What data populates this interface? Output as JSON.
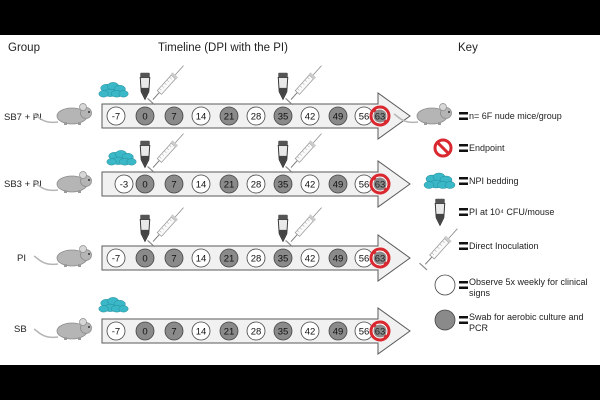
{
  "headers": {
    "group": "Group",
    "timeline": "Timeline (DPI with the PI)",
    "key": "Key"
  },
  "colors": {
    "gray_day": "#8a8a8a",
    "white_day": "#ffffff",
    "endpoint_red": "#d9282f",
    "bedding": "#3ab8c8",
    "arrow_fill": "#f1f1f1",
    "mouse": "#b5b5b5"
  },
  "groups": [
    {
      "label": "SB7 + PI",
      "days": [
        {
          "label": "-7",
          "type": "white"
        },
        {
          "label": "0",
          "type": "gray"
        },
        {
          "label": "7",
          "type": "gray"
        },
        {
          "label": "14",
          "type": "white"
        },
        {
          "label": "21",
          "type": "gray"
        },
        {
          "label": "28",
          "type": "white"
        },
        {
          "label": "35",
          "type": "gray"
        },
        {
          "label": "42",
          "type": "white"
        },
        {
          "label": "49",
          "type": "gray"
        },
        {
          "label": "56",
          "type": "white"
        },
        {
          "label": "63",
          "type": "end"
        }
      ],
      "icons": [
        "bedding-icon@-7",
        "pipette-syringe@0",
        "pipette-syringe@35"
      ]
    },
    {
      "label": "SB3 + PI",
      "days": [
        {
          "label": "-3",
          "type": "white"
        },
        {
          "label": "0",
          "type": "gray"
        },
        {
          "label": "7",
          "type": "gray"
        },
        {
          "label": "14",
          "type": "white"
        },
        {
          "label": "21",
          "type": "gray"
        },
        {
          "label": "28",
          "type": "white"
        },
        {
          "label": "35",
          "type": "gray"
        },
        {
          "label": "42",
          "type": "white"
        },
        {
          "label": "49",
          "type": "gray"
        },
        {
          "label": "56",
          "type": "white"
        },
        {
          "label": "63",
          "type": "end"
        }
      ],
      "icons": [
        "bedding-icon@-3",
        "pipette-syringe@0",
        "pipette-syringe@35"
      ]
    },
    {
      "label": "PI",
      "days": [
        {
          "label": "-7",
          "type": "white"
        },
        {
          "label": "0",
          "type": "gray"
        },
        {
          "label": "7",
          "type": "gray"
        },
        {
          "label": "14",
          "type": "white"
        },
        {
          "label": "21",
          "type": "gray"
        },
        {
          "label": "28",
          "type": "white"
        },
        {
          "label": "35",
          "type": "gray"
        },
        {
          "label": "42",
          "type": "white"
        },
        {
          "label": "49",
          "type": "gray"
        },
        {
          "label": "56",
          "type": "white"
        },
        {
          "label": "63",
          "type": "end"
        }
      ],
      "icons": [
        "pipette-syringe@0",
        "pipette-syringe@35"
      ]
    },
    {
      "label": "SB",
      "days": [
        {
          "label": "-7",
          "type": "white"
        },
        {
          "label": "0",
          "type": "gray"
        },
        {
          "label": "7",
          "type": "gray"
        },
        {
          "label": "14",
          "type": "white"
        },
        {
          "label": "21",
          "type": "gray"
        },
        {
          "label": "28",
          "type": "white"
        },
        {
          "label": "35",
          "type": "gray"
        },
        {
          "label": "42",
          "type": "white"
        },
        {
          "label": "49",
          "type": "gray"
        },
        {
          "label": "56",
          "type": "white"
        },
        {
          "label": "63",
          "type": "end"
        }
      ],
      "icons": [
        "bedding-icon@-7"
      ]
    }
  ],
  "key": [
    {
      "icon": "mouse-icon",
      "text": "n= 6F nude mice/group"
    },
    {
      "icon": "endpoint-icon",
      "text": "Endpoint"
    },
    {
      "icon": "bedding-icon",
      "text": "NPI bedding"
    },
    {
      "icon": "pipette-icon",
      "text": "PI at 10⁴ CFU/mouse"
    },
    {
      "icon": "syringe-icon",
      "text": "Direct Inoculation"
    },
    {
      "icon": "white-circle-icon",
      "text": "Observe 5x weekly for clinical signs"
    },
    {
      "icon": "gray-circle-icon",
      "text": "Swab for aerobic culture and PCR"
    }
  ]
}
